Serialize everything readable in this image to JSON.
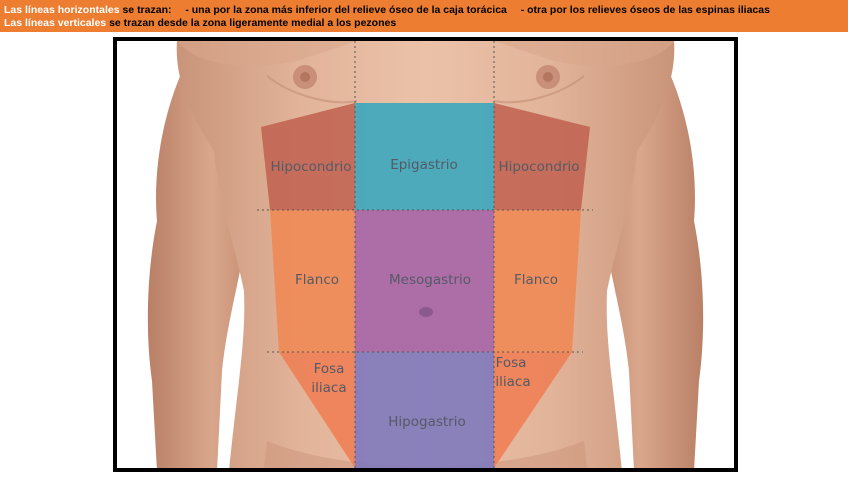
{
  "banner": {
    "line1": {
      "highlight": "Las líneas horizontales",
      "lead": "se trazan:",
      "item1": "- una por la zona más inferior del relieve óseo de la caja torácica",
      "item2": "- otra por los relieves óseos de las espinas iliacas"
    },
    "line2": {
      "highlight": "Las líneas verticales",
      "text": "se trazan desde la zona ligeramente medial a los pezones"
    }
  },
  "regions": {
    "left_hypochondrium": "Hipocondrio",
    "epigastrium": "Epigastrio",
    "right_hypochondrium": "Hipocondrio",
    "left_flank": "Flanco",
    "mesogastrium": "Mesogastrio",
    "right_flank": "Flanco",
    "left_iliac_fossa": [
      "Fosa",
      "iliaca"
    ],
    "hypogastrium": "Hipogastrio",
    "right_iliac_fossa": [
      "Fosa",
      "iliaca"
    ]
  },
  "colors": {
    "banner": "#ed7d31",
    "hypochondrium": "#c0604f",
    "epigastrium": "#3ba7bd",
    "flank": "#ee8a55",
    "mesogastrium": "#a25fa8",
    "hypogastrium": "#7f79bd",
    "iliac_fossa": "#ee7f55"
  }
}
